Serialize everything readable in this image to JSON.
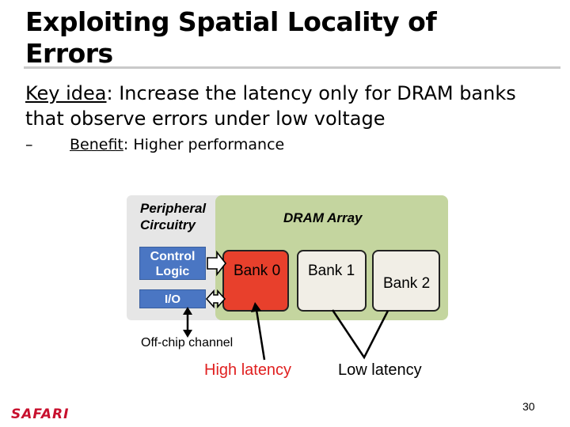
{
  "title": "Exploiting Spatial Locality of Errors",
  "bullet_main": {
    "label": "Key idea",
    "text": ": Increase the latency only for DRAM banks that observe errors under low voltage"
  },
  "bullet_sub": {
    "dash": "–",
    "label": "Benefit",
    "text": ": Higher performance"
  },
  "diagram": {
    "peripheral_label": "Peripheral Circuitry",
    "dram_array_label": "DRAM Array",
    "control_logic": "Control Logic",
    "io": "I/O",
    "banks": [
      "Bank 0",
      "Bank 1",
      "Bank 2"
    ],
    "offchip_channel": "Off-chip channel",
    "high_latency": "High latency",
    "low_latency": "Low latency"
  },
  "footer": {
    "page_number": "30",
    "logo": "SAFARI"
  },
  "colors": {
    "bank_error": "#e8402c",
    "dram_array": "#c4d59f",
    "logic_blue": "#4a76c3",
    "high_latency_text": "#e02020",
    "logo_red": "#c8102e"
  }
}
